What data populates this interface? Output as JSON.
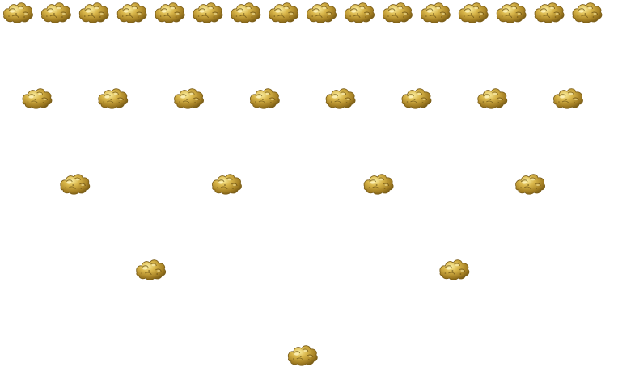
{
  "scene": {
    "background_color": "#ffffff",
    "item_icon": "gold-nugget-icon",
    "item_colors": {
      "base": "#b8902a",
      "highlight": "#f2dc7a",
      "shadow": "#6e5414"
    },
    "rows": [
      {
        "count": 16
      },
      {
        "count": 8
      },
      {
        "count": 4
      },
      {
        "count": 2
      },
      {
        "count": 1
      }
    ]
  }
}
